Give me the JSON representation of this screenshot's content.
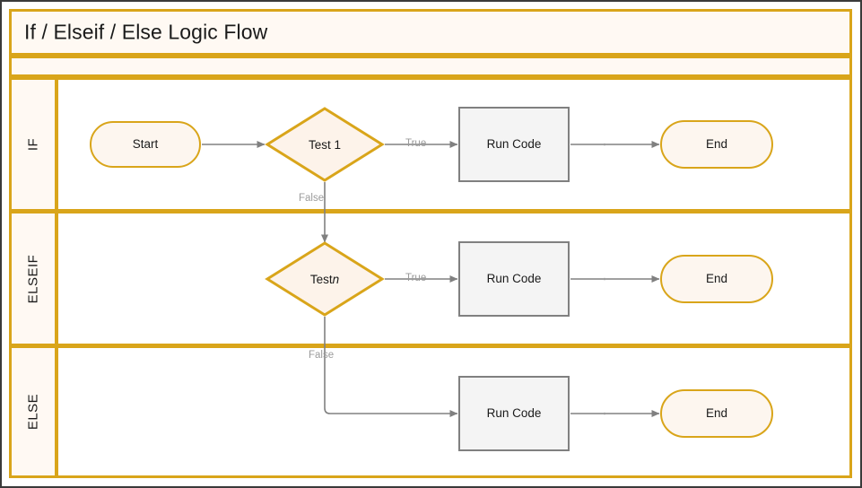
{
  "diagram": {
    "title": "If / Elseif / Else Logic Flow",
    "type": "flowchart-swimlane",
    "colors": {
      "frame_border": "#D9A51A",
      "frame_fill": "#FFF9F3",
      "outer_border": "#3A3A3A",
      "terminator_border": "#D9A51A",
      "terminator_fill": "#FDF6EF",
      "decision_border": "#D9A51A",
      "decision_fill": "#FDF3EA",
      "process_border": "#808080",
      "process_fill": "#F4F4F4",
      "connector": "#808080",
      "edge_label_text": "#9B9B9B",
      "node_text": "#1A1A1A"
    },
    "lanes": [
      {
        "id": "if",
        "label": "IF",
        "nodes": [
          {
            "id": "if-start",
            "label": "Start",
            "shape": "terminator"
          },
          {
            "id": "if-test",
            "label": "Test 1",
            "shape": "decision"
          },
          {
            "id": "if-run",
            "label": "Run Code",
            "shape": "process"
          },
          {
            "id": "if-end",
            "label": "End",
            "shape": "terminator"
          }
        ],
        "edges": [
          {
            "from": "if-start",
            "to": "if-test",
            "label": ""
          },
          {
            "from": "if-test",
            "to": "if-run",
            "label": "True"
          },
          {
            "from": "if-run",
            "to": "if-end",
            "label": ""
          },
          {
            "from": "if-test",
            "to": "elseif-test",
            "label": "False"
          }
        ]
      },
      {
        "id": "elseif",
        "label": "ELSEIF",
        "nodes": [
          {
            "id": "elseif-test",
            "label": "Test n",
            "label_plain": "Test ",
            "label_italic": "n",
            "shape": "decision"
          },
          {
            "id": "elseif-run",
            "label": "Run Code",
            "shape": "process"
          },
          {
            "id": "elseif-end",
            "label": "End",
            "shape": "terminator"
          }
        ],
        "edges": [
          {
            "from": "elseif-test",
            "to": "elseif-run",
            "label": "True"
          },
          {
            "from": "elseif-run",
            "to": "elseif-end",
            "label": ""
          },
          {
            "from": "elseif-test",
            "to": "else-run",
            "label": "False"
          }
        ]
      },
      {
        "id": "else",
        "label": "ELSE",
        "nodes": [
          {
            "id": "else-run",
            "label": "Run Code",
            "shape": "process"
          },
          {
            "id": "else-end",
            "label": "End",
            "shape": "terminator"
          }
        ],
        "edges": [
          {
            "from": "else-run",
            "to": "else-end",
            "label": ""
          }
        ]
      }
    ],
    "edge_labels": {
      "if_true": "True",
      "if_false": "False",
      "elseif_true": "True",
      "elseif_false": "False"
    },
    "node_labels": {
      "start": "Start",
      "test_1": "Test 1",
      "test_n_prefix": "Test ",
      "test_n_variable": "n",
      "run_code": "Run Code",
      "end": "End"
    },
    "lane_labels": {
      "if": "IF",
      "elseif": "ELSEIF",
      "else": "ELSE"
    }
  }
}
